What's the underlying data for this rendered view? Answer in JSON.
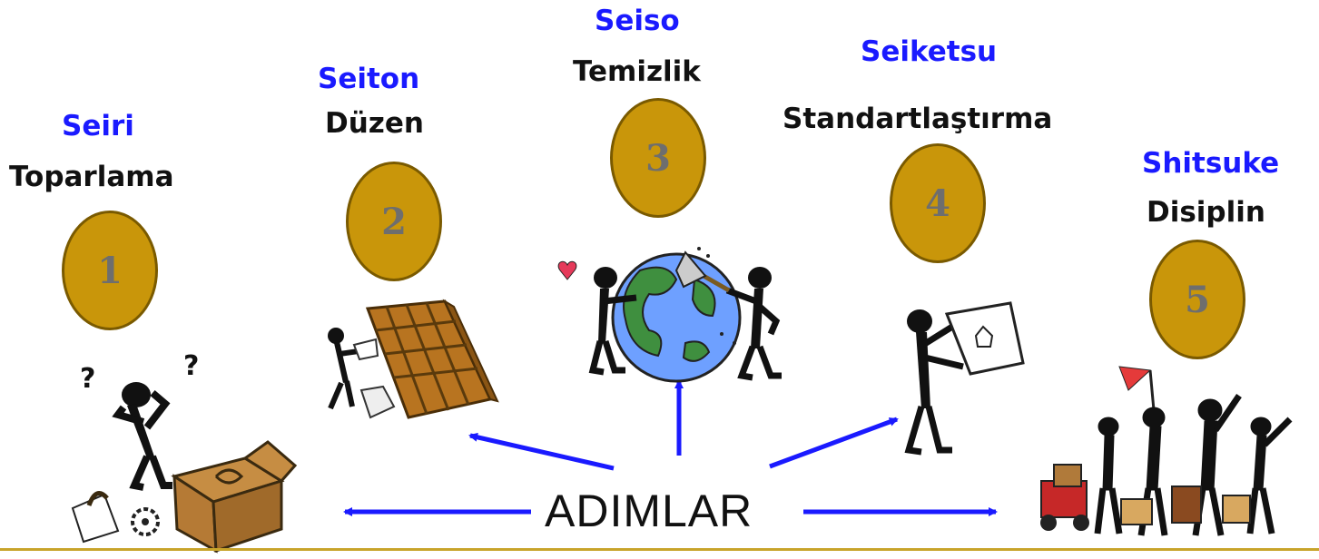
{
  "center": "ADIMLAR",
  "steps": [
    {
      "jp": "Seiri",
      "tr": "Toparlama",
      "num": "1"
    },
    {
      "jp": "Seiton",
      "tr": "Düzen",
      "num": "2"
    },
    {
      "jp": "Seiso",
      "tr": "Temizlik",
      "num": "3"
    },
    {
      "jp": "Seiketsu",
      "tr": "Standartlaştırma",
      "num": "4"
    },
    {
      "jp": "Shitsuke",
      "tr": "Disiplin",
      "num": "5"
    }
  ],
  "colors": {
    "jp_label": "#1a1aff",
    "coin": "#c9960a",
    "arrow": "#1a1aff",
    "rule": "#c8a42a"
  }
}
